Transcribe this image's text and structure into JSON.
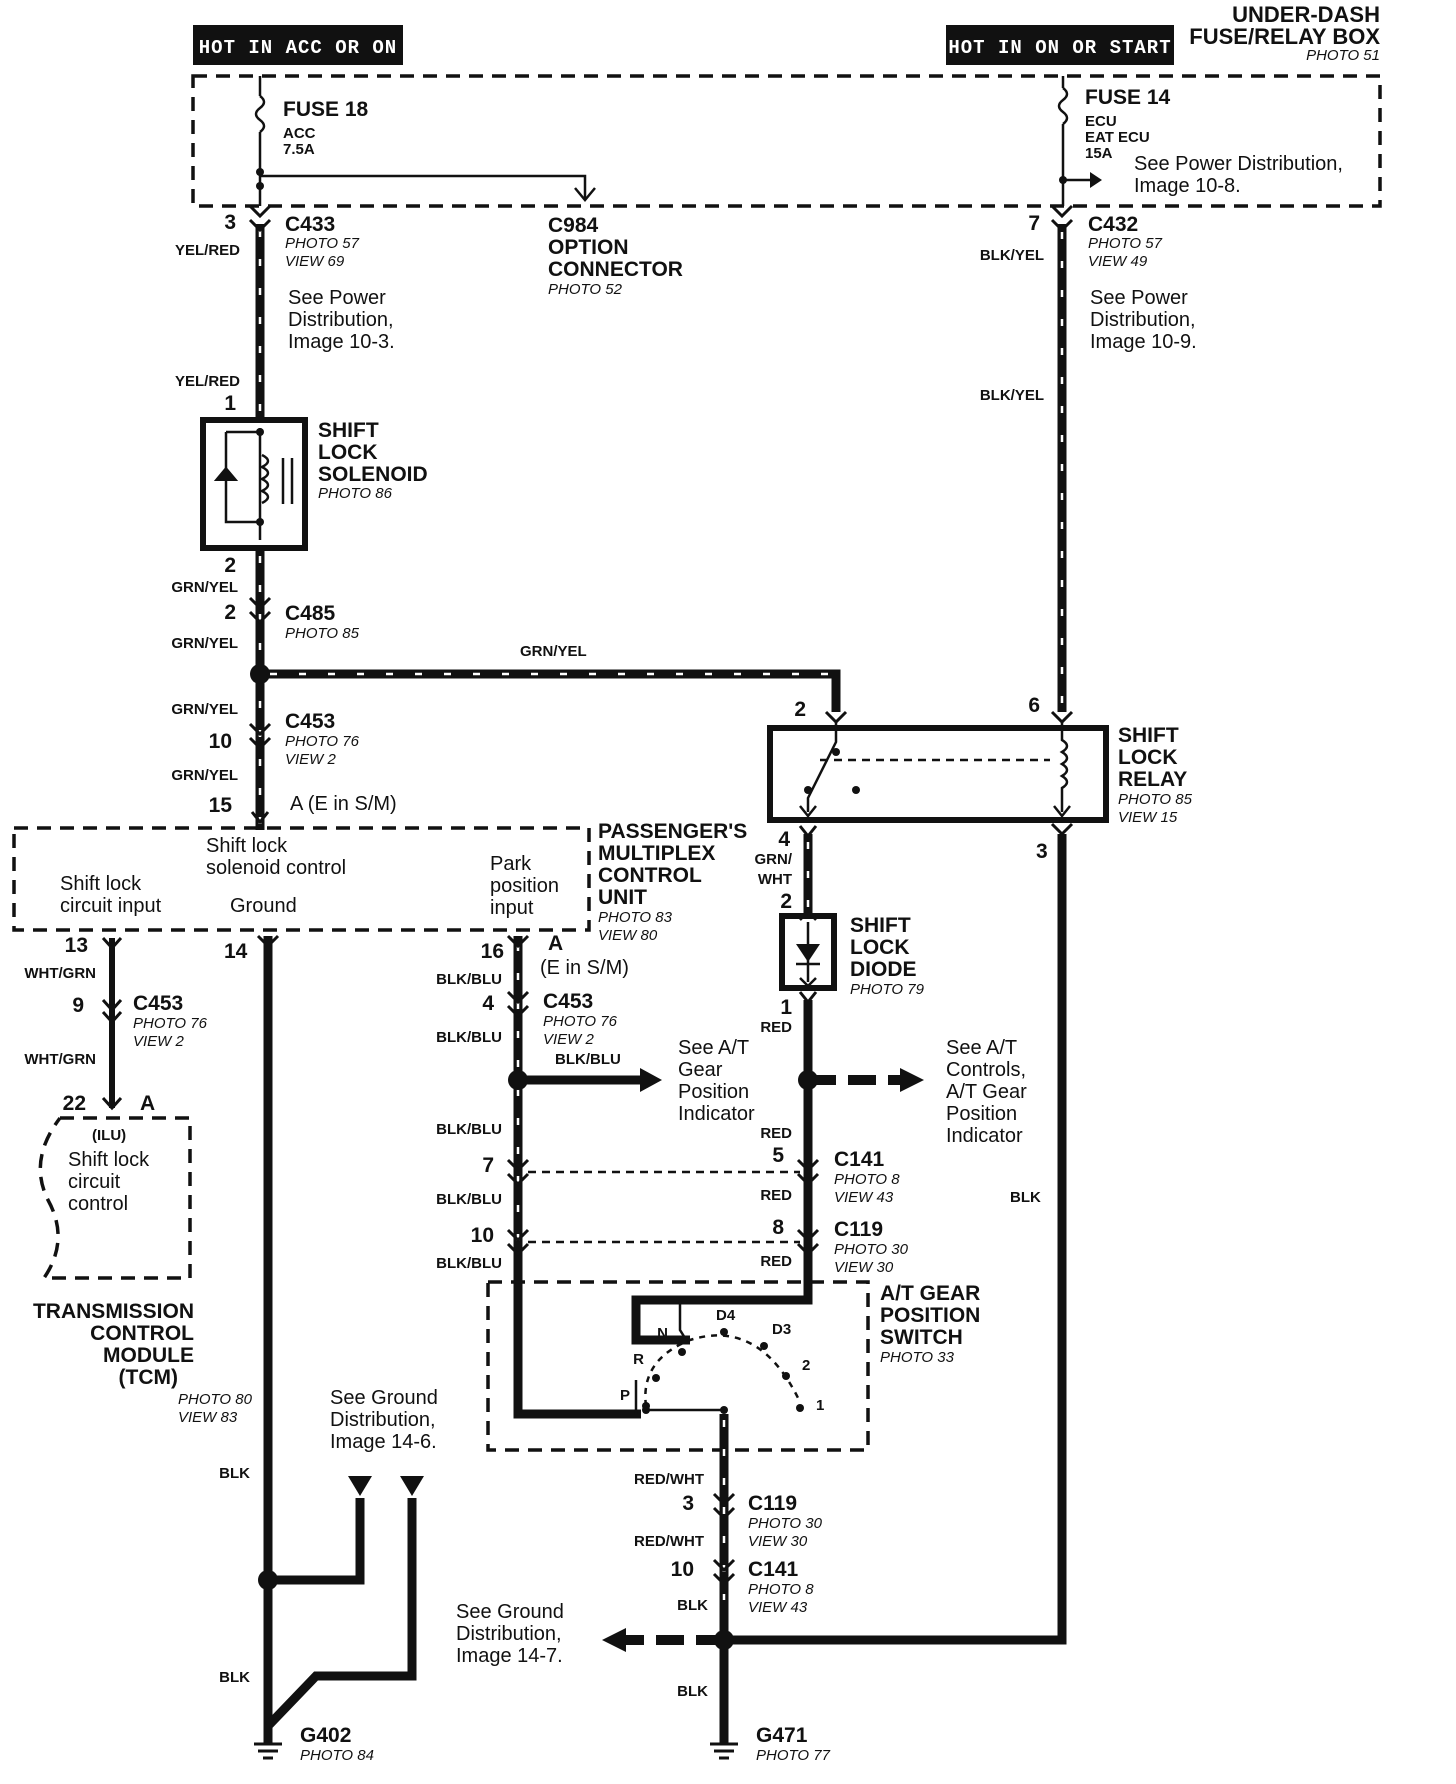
{
  "header": {
    "hot_acc_on": "HOT IN ACC OR ON",
    "hot_on_start": "HOT IN ON OR START",
    "fuse_box_line1": "UNDER-DASH",
    "fuse_box_line2": "FUSE/RELAY BOX",
    "fuse_box_photo": "PHOTO 51"
  },
  "fuses": {
    "fuse18": {
      "name": "FUSE 18",
      "line1": "ACC",
      "line2": "7.5A"
    },
    "fuse14": {
      "name": "FUSE 14",
      "line1": "ECU",
      "line2": "EAT ECU",
      "line3": "15A"
    },
    "fuse14_ref_line1": "See Power Distribution,",
    "fuse14_ref_line2": "Image 10-8."
  },
  "connectors": {
    "c433": {
      "name": "C433",
      "photo": "PHOTO 57",
      "view": "VIEW 69",
      "pin": "3"
    },
    "c984": {
      "line1": "C984",
      "line2": "OPTION",
      "line3": "CONNECTOR",
      "photo": "PHOTO 52"
    },
    "c432": {
      "name": "C432",
      "photo": "PHOTO 57",
      "view": "VIEW 49",
      "pin": "7"
    },
    "c485": {
      "name": "C485",
      "photo": "PHOTO 85",
      "pin": "2"
    },
    "c453_top": {
      "name": "C453",
      "photo": "PHOTO 76",
      "view": "VIEW 2",
      "pin": "10"
    },
    "c453_left": {
      "name": "C453",
      "photo": "PHOTO 76",
      "view": "VIEW 2",
      "pin": "9"
    },
    "c453_mid": {
      "name": "C453",
      "photo": "PHOTO 76",
      "view": "VIEW 2",
      "pin": "4"
    },
    "c141_top": {
      "name": "C141",
      "photo": "PHOTO 8",
      "view": "VIEW 43",
      "pin_left": "7",
      "pin_right": "5"
    },
    "c119_top": {
      "name": "C119",
      "photo": "PHOTO 30",
      "view": "VIEW 30",
      "pin_left": "10",
      "pin_right": "8"
    },
    "c119_bot": {
      "name": "C119",
      "photo": "PHOTO 30",
      "view": "VIEW 30",
      "pin": "3"
    },
    "c141_bot": {
      "name": "C141",
      "photo": "PHOTO 8",
      "view": "VIEW 43",
      "pin": "10"
    }
  },
  "refs": {
    "pd_10_3": [
      "See Power",
      "Distribution,",
      "Image 10-3."
    ],
    "pd_10_9": [
      "See Power",
      "Distribution,",
      "Image 10-9."
    ],
    "at_gear_ind": [
      "See A/T",
      "Gear",
      "Position",
      "Indicator"
    ],
    "at_controls": [
      "See A/T",
      "Controls,",
      "A/T Gear",
      "Position",
      "Indicator"
    ],
    "gnd_14_6": [
      "See Ground",
      "Distribution,",
      "Image 14-6."
    ],
    "gnd_14_7": [
      "See Ground",
      "Distribution,",
      "Image 14-7."
    ]
  },
  "components": {
    "solenoid": {
      "line1": "SHIFT",
      "line2": "LOCK",
      "line3": "SOLENOID",
      "photo": "PHOTO 86",
      "pin_top": "1",
      "pin_bot": "2"
    },
    "relay": {
      "line1": "SHIFT",
      "line2": "LOCK",
      "line3": "RELAY",
      "photo": "PHOTO 85",
      "view": "VIEW 15",
      "pin2": "2",
      "pin6": "6",
      "pin4": "4",
      "pin3": "3"
    },
    "diode": {
      "line1": "SHIFT",
      "line2": "LOCK",
      "line3": "DIODE",
      "photo": "PHOTO 79",
      "pin_top": "2",
      "pin_bot": "1"
    },
    "pmcu": {
      "line1": "PASSENGER'S",
      "line2": "MULTIPLEX",
      "line3": "CONTROL",
      "line4": "UNIT",
      "photo": "PHOTO 83",
      "view": "VIEW 80",
      "pin15": "15",
      "pin15_suffix": "A (E in S/M)",
      "pin13": "13",
      "pin14": "14",
      "pin16": "16",
      "pin16_suffix": "A",
      "pin16_suffix2": "(E in S/M)",
      "sol_ctrl1": "Shift lock",
      "sol_ctrl2": "solenoid control",
      "circ_in1": "Shift lock",
      "circ_in2": "circuit input",
      "ground": "Ground",
      "park1": "Park",
      "park2": "position",
      "park3": "input"
    },
    "tcm": {
      "pin": "22",
      "pin_suffix": "A",
      "ilu": "(ILU)",
      "text1": "Shift lock",
      "text2": "circuit",
      "text3": "control",
      "line1": "TRANSMISSION",
      "line2": "CONTROL",
      "line3": "MODULE",
      "line4": "(TCM)",
      "photo": "PHOTO 80",
      "view": "VIEW 83"
    },
    "switch": {
      "line1": "A/T GEAR",
      "line2": "POSITION",
      "line3": "SWITCH",
      "photo": "PHOTO 33",
      "positions": [
        "P",
        "R",
        "N",
        "D4",
        "D3",
        "2",
        "1"
      ]
    },
    "g402": {
      "name": "G402",
      "photo": "PHOTO 84"
    },
    "g471": {
      "name": "G471",
      "photo": "PHOTO 77"
    }
  },
  "wires": {
    "yel_red": "YEL/RED",
    "blk_yel": "BLK/YEL",
    "grn_yel": "GRN/YEL",
    "grn_wht1": "GRN/",
    "grn_wht2": "WHT",
    "wht_grn": "WHT/GRN",
    "blk_blu": "BLK/BLU",
    "red": "RED",
    "red_wht": "RED/WHT",
    "blk": "BLK"
  }
}
